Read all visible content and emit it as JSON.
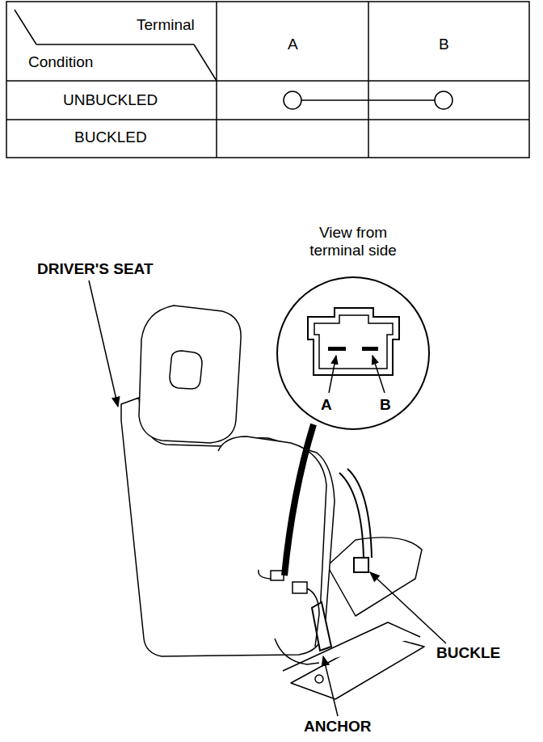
{
  "diagram": {
    "nodes": [
      {
        "text": [
          "View from terminal side",
          "A",
          "B"
        ]
      }
    ],
    "labels": [
      "Terminal",
      "Condition",
      "A",
      "B",
      "UNBUCKLED",
      "BUCKLED",
      "DRIVER'S SEAT",
      "BUCKLE",
      "ANCHOR"
    ]
  }
}
